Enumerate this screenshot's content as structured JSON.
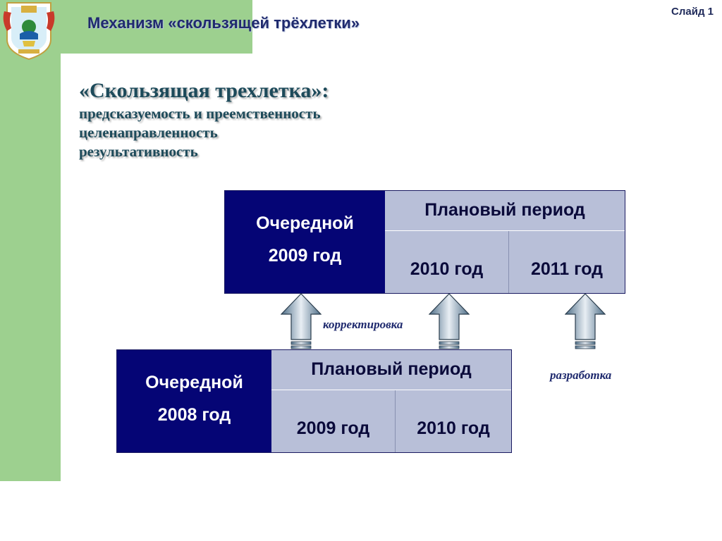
{
  "header": {
    "title": "Механизм «скользящей трёхлетки»",
    "slide_label": "Слайд 1"
  },
  "subtitle": {
    "heading": "«Скользящая трехлетка»:",
    "lines": [
      "предсказуемость и преемственность",
      "целенаправленность",
      "результативность"
    ]
  },
  "block_top": {
    "current_label": "Очередной",
    "current_year": "2009 год",
    "planning_label": "Плановый период",
    "plan_years": [
      "2010 год",
      "2011 год"
    ]
  },
  "block_bottom": {
    "current_label": "Очередной",
    "current_year": "2008 год",
    "planning_label": "Плановый период",
    "plan_years": [
      "2009 год",
      "2010 год"
    ]
  },
  "labels": {
    "correction": "корректировка",
    "development": "разработка"
  },
  "colors": {
    "green": "#9dd08f",
    "dark_blue": "#050575",
    "light_blue_gray": "#b8bfd8",
    "title_blue": "#1f2a6e"
  },
  "icons": {
    "emblem": "coat-of-arms-icon",
    "arrow": "up-arrow-icon"
  }
}
